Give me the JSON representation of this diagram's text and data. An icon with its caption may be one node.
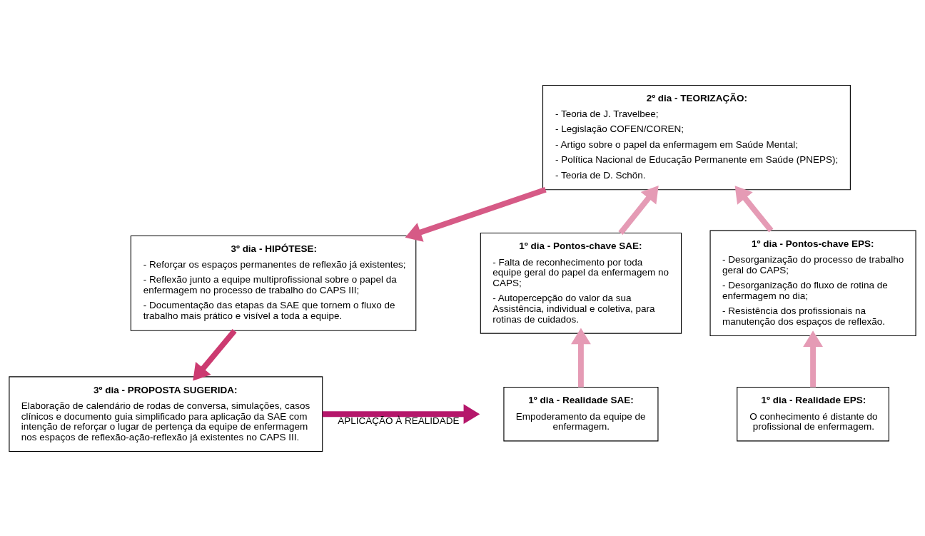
{
  "diagram": {
    "nodes": [
      {
        "text": [
          "2º dia - TEORIZAÇÃO:",
          "- Teoria de J. Travelbee;",
          "- Legislação COFEN/COREN;",
          "- Artigo sobre o papel da enfermagem em Saúde Mental;",
          "- Política Nacional de Educação Permanente em Saúde (PNEPS);",
          "- Teoria de D. Schön."
        ]
      },
      {
        "text": [
          "1º dia - Pontos-chave SAE:",
          "- Falta de reconhecimento por toda equipe geral do papel da enfermagem no CAPS;",
          "- Autopercepção do valor da sua Assistência, individual e coletiva, para rotinas de cuidados."
        ]
      },
      {
        "text": [
          "1º dia - Pontos-chave EPS:",
          "- Desorganização do processo de trabalho geral do CAPS;",
          "- Desorganização do fluxo de rotina de enfermagem no dia;",
          "- Resistência dos profissionais na manutenção dos espaços de reflexão."
        ]
      },
      {
        "text": [
          "3º dia - HIPÓTESE:",
          "- Reforçar os espaços permanentes de reflexão já existentes;",
          "- Reflexão junto a equipe multiprofissional sobre o papel da enfermagem no processo de trabalho do CAPS III;",
          "- Documentação das etapas da SAE que tornem o fluxo de trabalho mais prático e visível a toda a equipe."
        ]
      },
      {
        "text": [
          "3º dia - PROPOSTA SUGERIDA:",
          "Elaboração de calendário de rodas de conversa, simulações, casos clínicos e documento guia simplificado para aplicação da SAE com intenção de reforçar o lugar de pertença da equipe de enfermagem nos espaços de reflexão-ação-reflexão já existentes no CAPS III."
        ]
      },
      {
        "text": [
          "1º dia - Realidade SAE:",
          "Empoderamento da equipe de enfermagem."
        ]
      },
      {
        "text": [
          "1º dia - Realidade EPS:",
          "O conhecimento é distante do profissional de enfermagem."
        ]
      }
    ],
    "edges": [
      {
        "from": 5,
        "to": 1,
        "arrow": "to"
      },
      {
        "from": 6,
        "to": 2,
        "arrow": "to"
      },
      {
        "from": 1,
        "to": 0,
        "arrow": "to"
      },
      {
        "from": 2,
        "to": 0,
        "arrow": "to"
      },
      {
        "from": 0,
        "to": 3,
        "arrow": "to",
        "color": "#d65a86"
      },
      {
        "from": 3,
        "to": 4,
        "arrow": "to",
        "color": "#cc3a70"
      },
      {
        "from": 4,
        "to": null,
        "arrow": "to",
        "label": "APLICAÇÃO À REALIDADE",
        "color": "#b5176b"
      }
    ]
  }
}
